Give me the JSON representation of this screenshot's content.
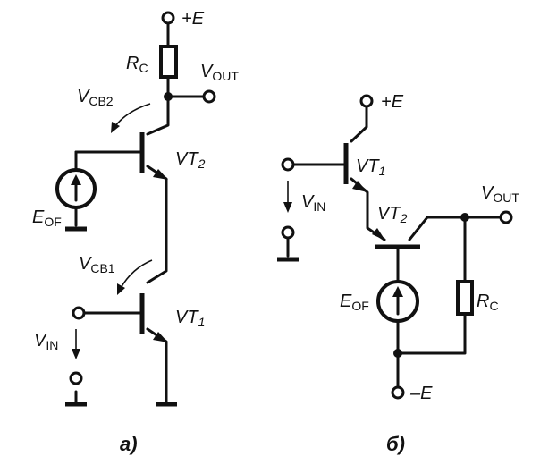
{
  "circuit_a": {
    "caption": "а)",
    "supply": {
      "sign": "+",
      "name": "E"
    },
    "resistor": {
      "main": "R",
      "sub": "C"
    },
    "output": {
      "main": "V",
      "sub": "OUT"
    },
    "vcb2": {
      "main": "V",
      "sub": "CB2"
    },
    "vcb1": {
      "main": "V",
      "sub": "CB1"
    },
    "transistor_top": {
      "main": "VT",
      "sub": "2"
    },
    "transistor_bottom": {
      "main": "VT",
      "sub": "1"
    },
    "source": {
      "main": "E",
      "sub": "OF"
    },
    "input": {
      "main": "V",
      "sub": "IN"
    }
  },
  "circuit_b": {
    "caption": "б)",
    "supply_pos": {
      "sign": "+",
      "name": "E"
    },
    "supply_neg": {
      "sign": "–",
      "name": "E"
    },
    "transistor_top": {
      "main": "VT",
      "sub": "1"
    },
    "transistor_bottom": {
      "main": "VT",
      "sub": "2"
    },
    "input": {
      "main": "V",
      "sub": "IN"
    },
    "output": {
      "main": "V",
      "sub": "OUT"
    },
    "source": {
      "main": "E",
      "sub": "OF"
    },
    "resistor": {
      "main": "R",
      "sub": "C"
    }
  }
}
